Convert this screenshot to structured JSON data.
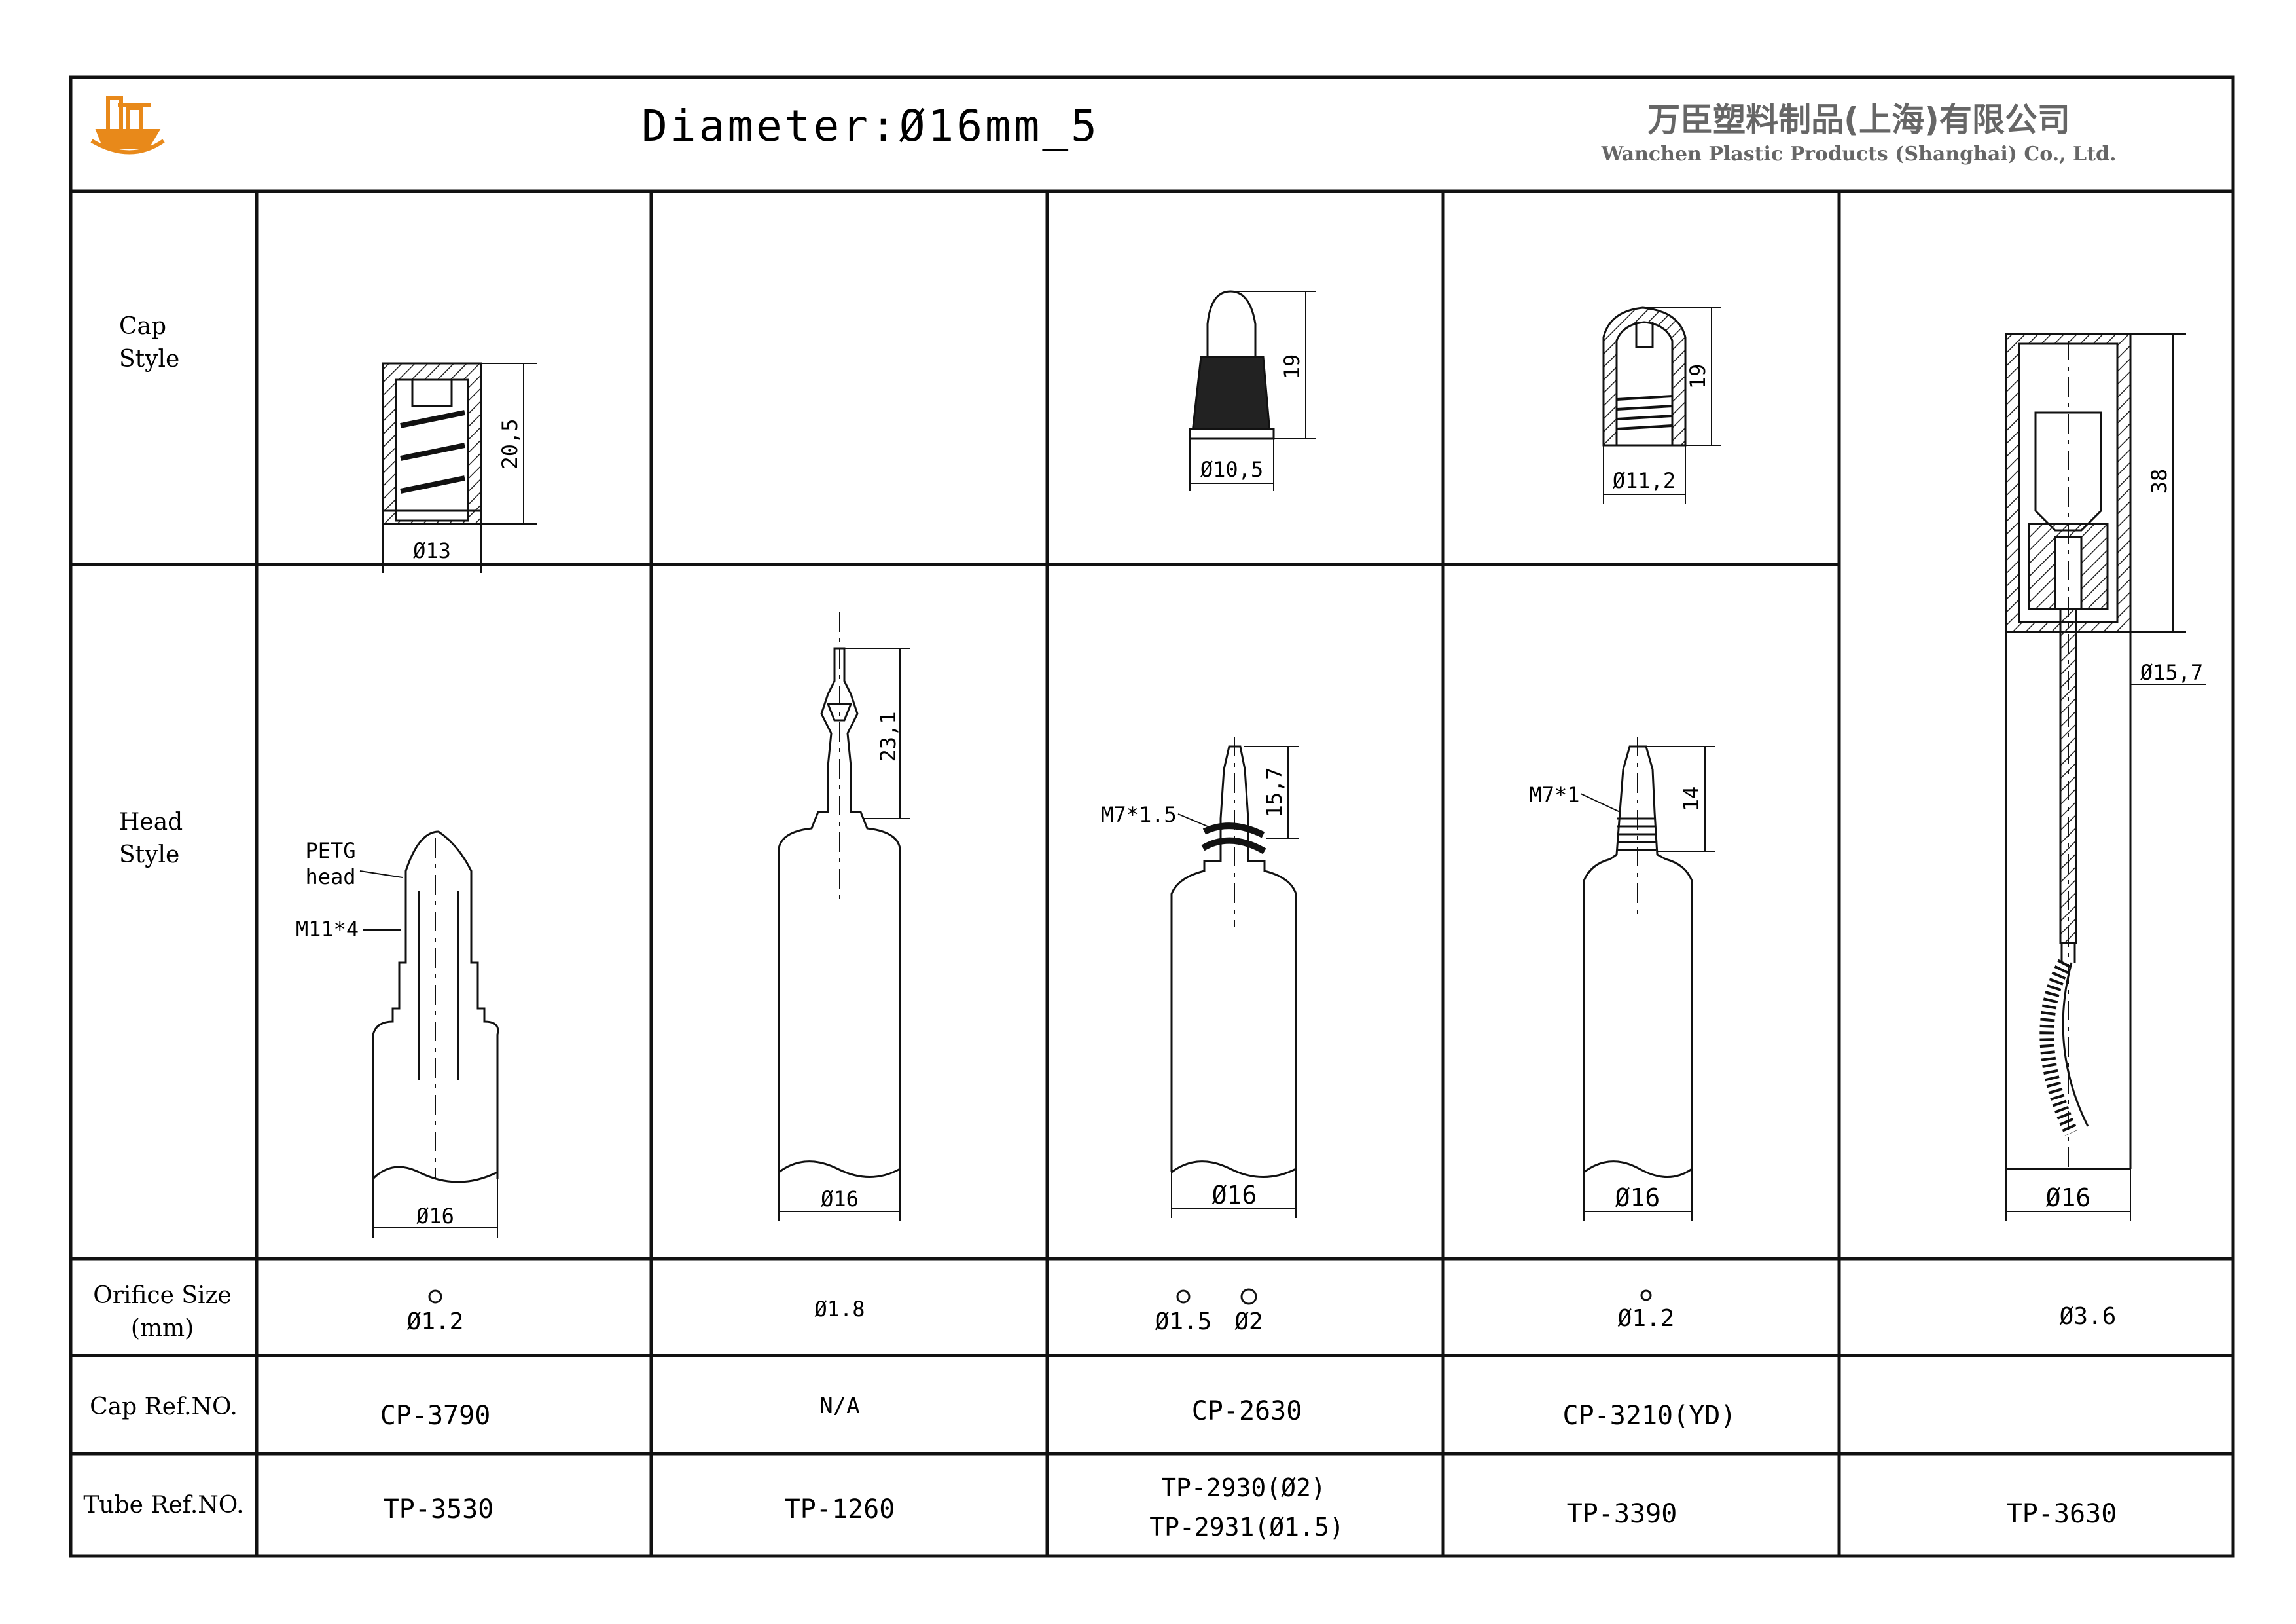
{
  "header": {
    "title": "Diameter:Ø16mm_5",
    "company_cn": "万臣塑料制品(上海)有限公司",
    "company_en": "Wanchen Plastic Products (Shanghai) Co., Ltd."
  },
  "row_labels": {
    "cap_style": [
      "Cap",
      "Style"
    ],
    "head_style": [
      "Head",
      "Style"
    ],
    "orifice": [
      "Orifice Size",
      "(mm)"
    ],
    "cap_ref": "Cap Ref.NO.",
    "tube_ref": "Tube Ref.NO."
  },
  "columns": [
    {
      "cap_dims": {
        "height": "20,5",
        "width": "Ø13"
      },
      "head_dims": {
        "width": "Ø16"
      },
      "head_labels": {
        "material_1": "PETG",
        "material_2": "head",
        "thread": "M11*4"
      },
      "orifice": [
        "Ø1.2"
      ],
      "cap_ref": "CP-3790",
      "tube_ref": [
        "TP-3530"
      ]
    },
    {
      "head_dims": {
        "height": "23,1",
        "width": "Ø16"
      },
      "orifice": [
        "Ø1.8"
      ],
      "cap_ref": "N/A",
      "tube_ref": [
        "TP-1260"
      ]
    },
    {
      "cap_dims": {
        "height": "19",
        "width": "Ø10,5"
      },
      "head_dims": {
        "height": "15,7",
        "width": "Ø16"
      },
      "head_labels": {
        "thread": "M7*1.5"
      },
      "orifice": [
        "Ø1.5",
        "Ø2"
      ],
      "cap_ref": "CP-2630",
      "tube_ref": [
        "TP-2930(Ø2)",
        "TP-2931(Ø1.5)"
      ]
    },
    {
      "cap_dims": {
        "height": "19",
        "width": "Ø11,2"
      },
      "head_dims": {
        "height": "14",
        "width": "Ø16"
      },
      "head_labels": {
        "thread": "M7*1"
      },
      "orifice": [
        "Ø1.2"
      ],
      "cap_ref": "CP-3210(YD)",
      "tube_ref": [
        "TP-3390"
      ]
    },
    {
      "cap_dims": {
        "height": "38",
        "width": "Ø15,7"
      },
      "head_dims": {
        "width": "Ø16"
      },
      "orifice": [
        "Ø3.6"
      ],
      "cap_ref": "",
      "tube_ref": [
        "TP-3630"
      ]
    }
  ],
  "colors": {
    "line": "#111111",
    "logo_orange": "#e8891a"
  }
}
